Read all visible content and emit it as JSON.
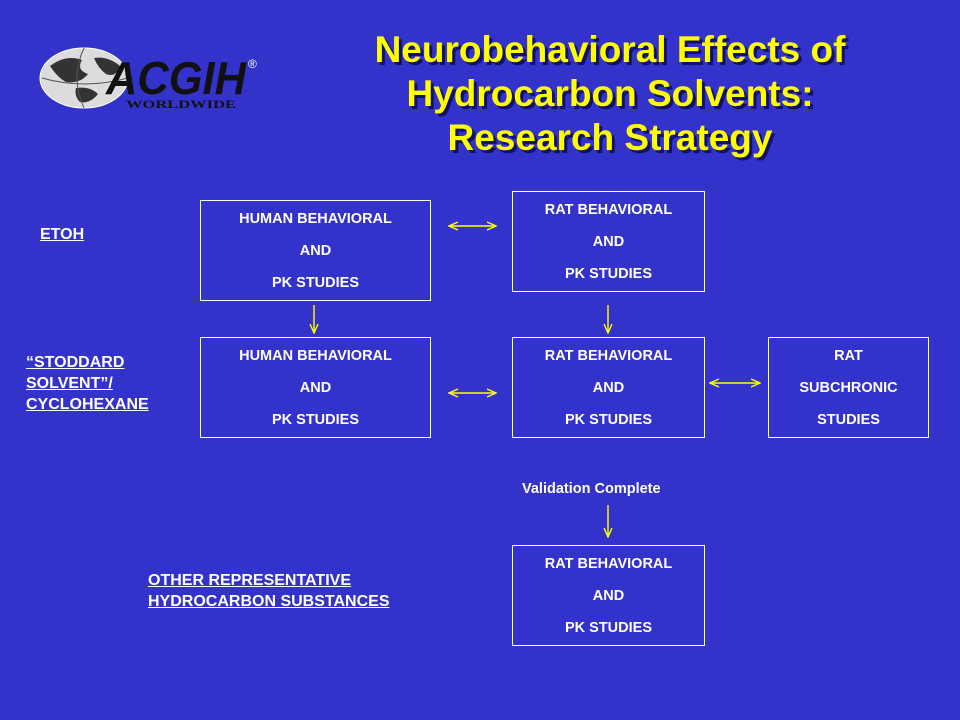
{
  "logo": {
    "text": "ACGIH",
    "registered": "®",
    "subtext": "WORLDWIDE",
    "icon": "globe-icon"
  },
  "title": {
    "line1": "Neurobehavioral Effects of",
    "line2": "Hydrocarbon Solvents:",
    "line3": "Research Strategy"
  },
  "labels": {
    "etoh": "ETOH",
    "stoddard_line1": "“STODDARD ",
    "stoddard_line2": "SOLVENT”/",
    "stoddard_line3": "CYCLOHEXANE",
    "other_line1": "OTHER REPRESENTATIVE ",
    "other_line2": "HYDROCARBON  SUBSTANCES"
  },
  "boxes": {
    "human1": {
      "line1": "HUMAN BEHAVIORAL",
      "line2": "AND",
      "line3": "PK STUDIES"
    },
    "rat1": {
      "line1": "RAT BEHAVIORAL",
      "line2": "AND",
      "line3": "PK STUDIES"
    },
    "human2": {
      "line1": "HUMAN BEHAVIORAL",
      "line2": "AND",
      "line3": "PK STUDIES"
    },
    "rat2": {
      "line1": "RAT BEHAVIORAL",
      "line2": "AND",
      "line3": "PK STUDIES"
    },
    "subchronic": {
      "line1": "RAT",
      "line2": "SUBCHRONIC",
      "line3": "STUDIES"
    },
    "rat3": {
      "line1": "RAT BEHAVIORAL",
      "line2": "AND",
      "line3": "PK STUDIES"
    }
  },
  "validation": "Validation Complete",
  "colors": {
    "background": "#3333cc",
    "title": "#ffff00",
    "text": "#ffffff",
    "arrows": "#ffff00"
  }
}
